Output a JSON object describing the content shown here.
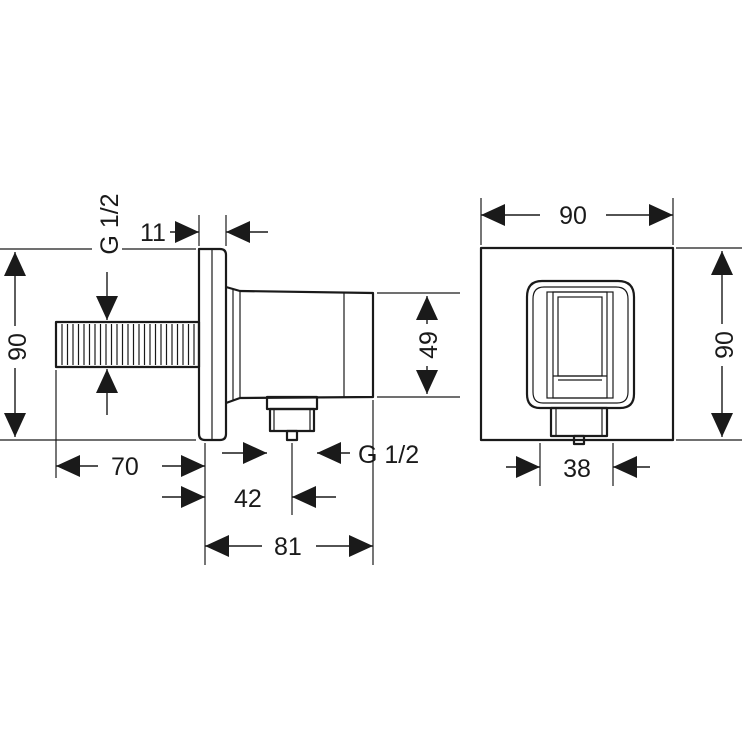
{
  "colors": {
    "line": "#1a1a1a",
    "background": "#ffffff"
  },
  "side_view": {
    "thread_inlet": "G 1/2",
    "thread_outlet": "G 1/2",
    "flange_thickness": "11",
    "overall_height": "90",
    "body_height": "49",
    "pipe_length": "70",
    "outlet_offset": "42",
    "body_depth": "81"
  },
  "front_view": {
    "width": "90",
    "height": "90",
    "outlet_width": "38"
  }
}
